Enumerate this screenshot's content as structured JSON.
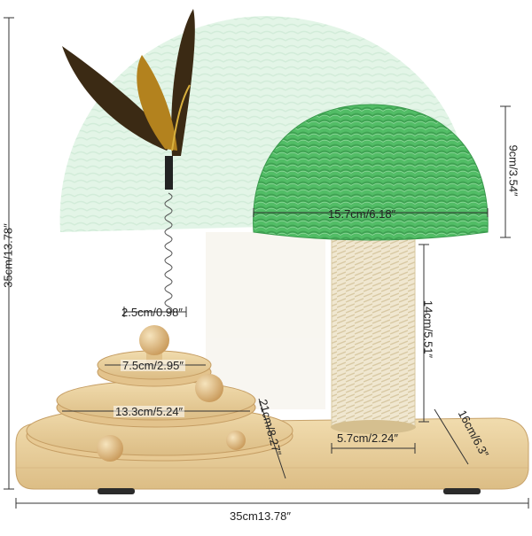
{
  "product": {
    "colors": {
      "cap": "#4cbb62",
      "cap_ghost": "#d4eedb",
      "sisal": "#efe6cf",
      "wood": "#e8cf9e",
      "wood_dark": "#c9a46a",
      "feather": "#3b2a14",
      "feather_accent": "#b3821e"
    }
  },
  "dimensions": {
    "total_height": "35cm/13.78″",
    "total_width": "35cm13.78″",
    "cap_width": "15.7cm/6.18″",
    "cap_height": "9cm/3.54″",
    "post_height": "14cm/5.51″",
    "post_width": "5.7cm/2.24″",
    "base_depth": "21cm/8.27″",
    "base_side": "16cm/6.3″",
    "ball_size": "2.5cm/0.98″",
    "tier_top": "7.5cm/2.95″",
    "tier_bottom": "13.3cm/5.24″"
  }
}
